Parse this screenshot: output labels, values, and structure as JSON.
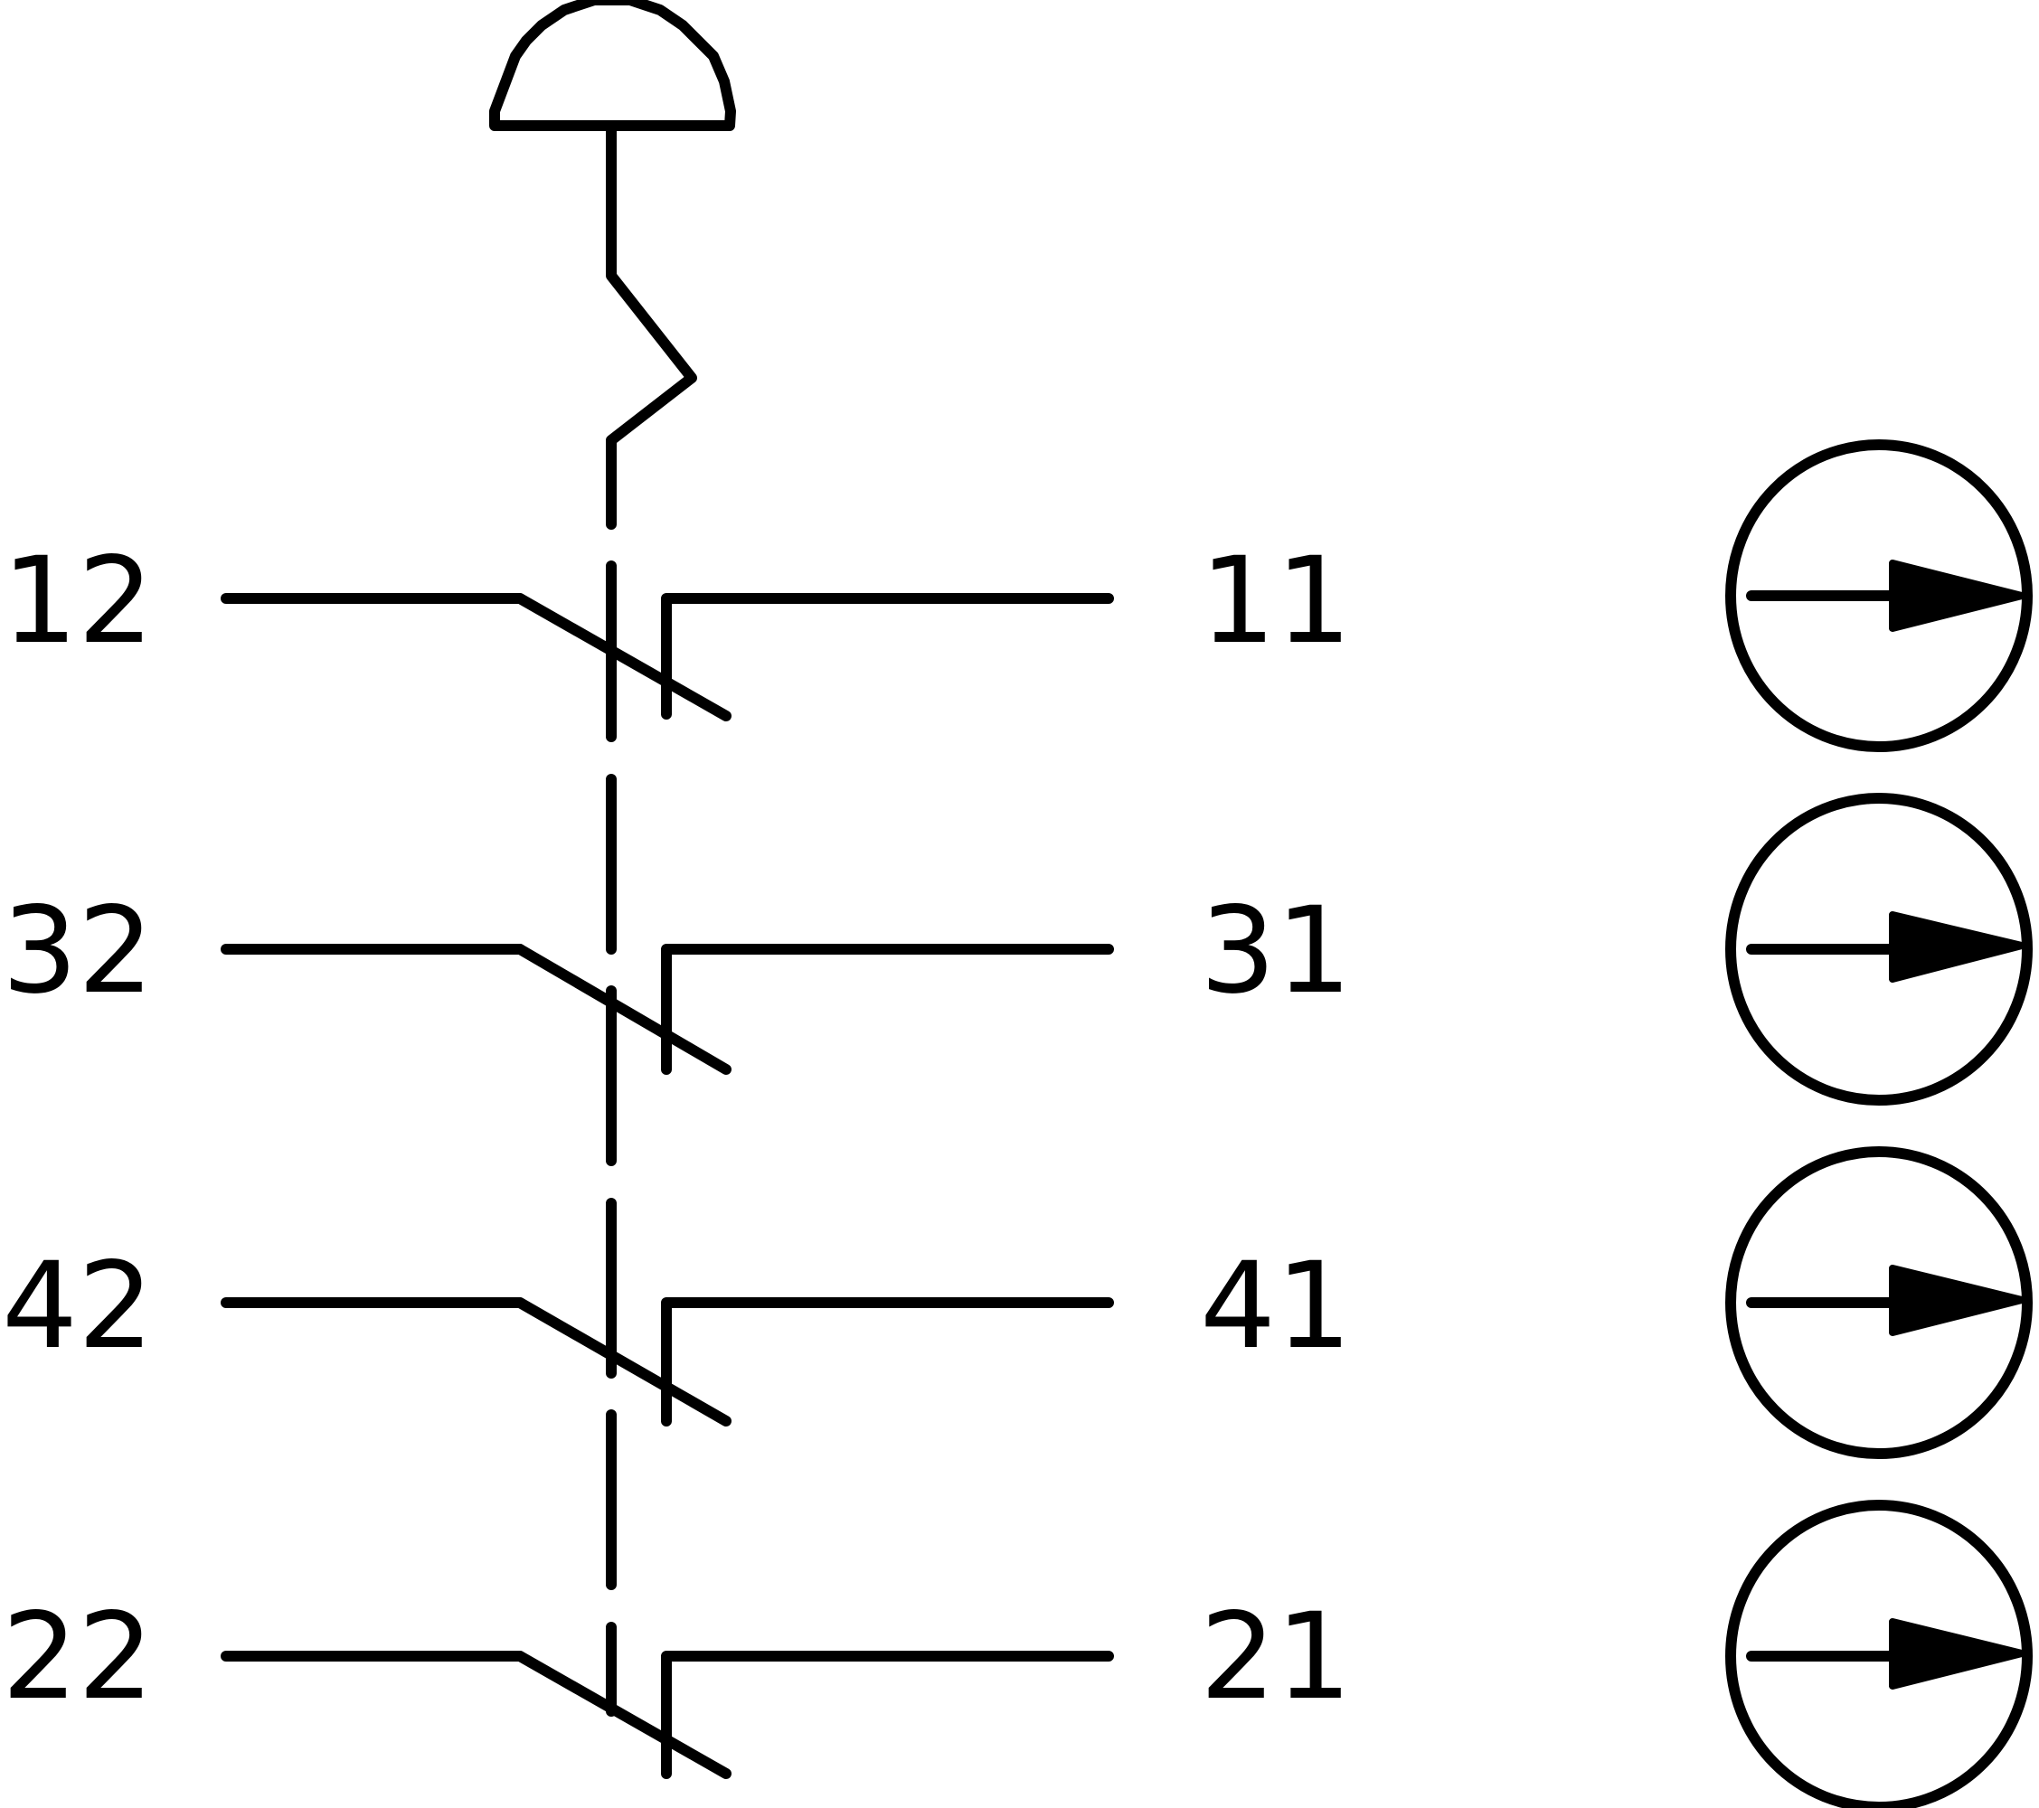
{
  "diagram": {
    "actuator": {
      "icon": "mushroom-head-pushbutton-icon"
    },
    "contacts": [
      {
        "left_terminal": "12",
        "right_terminal": "11",
        "indicator_icon": "position-indicator-arrow-icon"
      },
      {
        "left_terminal": "32",
        "right_terminal": "31",
        "indicator_icon": "position-indicator-arrow-icon"
      },
      {
        "left_terminal": "42",
        "right_terminal": "41",
        "indicator_icon": "position-indicator-arrow-icon"
      },
      {
        "left_terminal": "22",
        "right_terminal": "21",
        "indicator_icon": "position-indicator-arrow-icon"
      }
    ],
    "colors": {
      "line": "#000000",
      "background": "#ffffff"
    }
  }
}
